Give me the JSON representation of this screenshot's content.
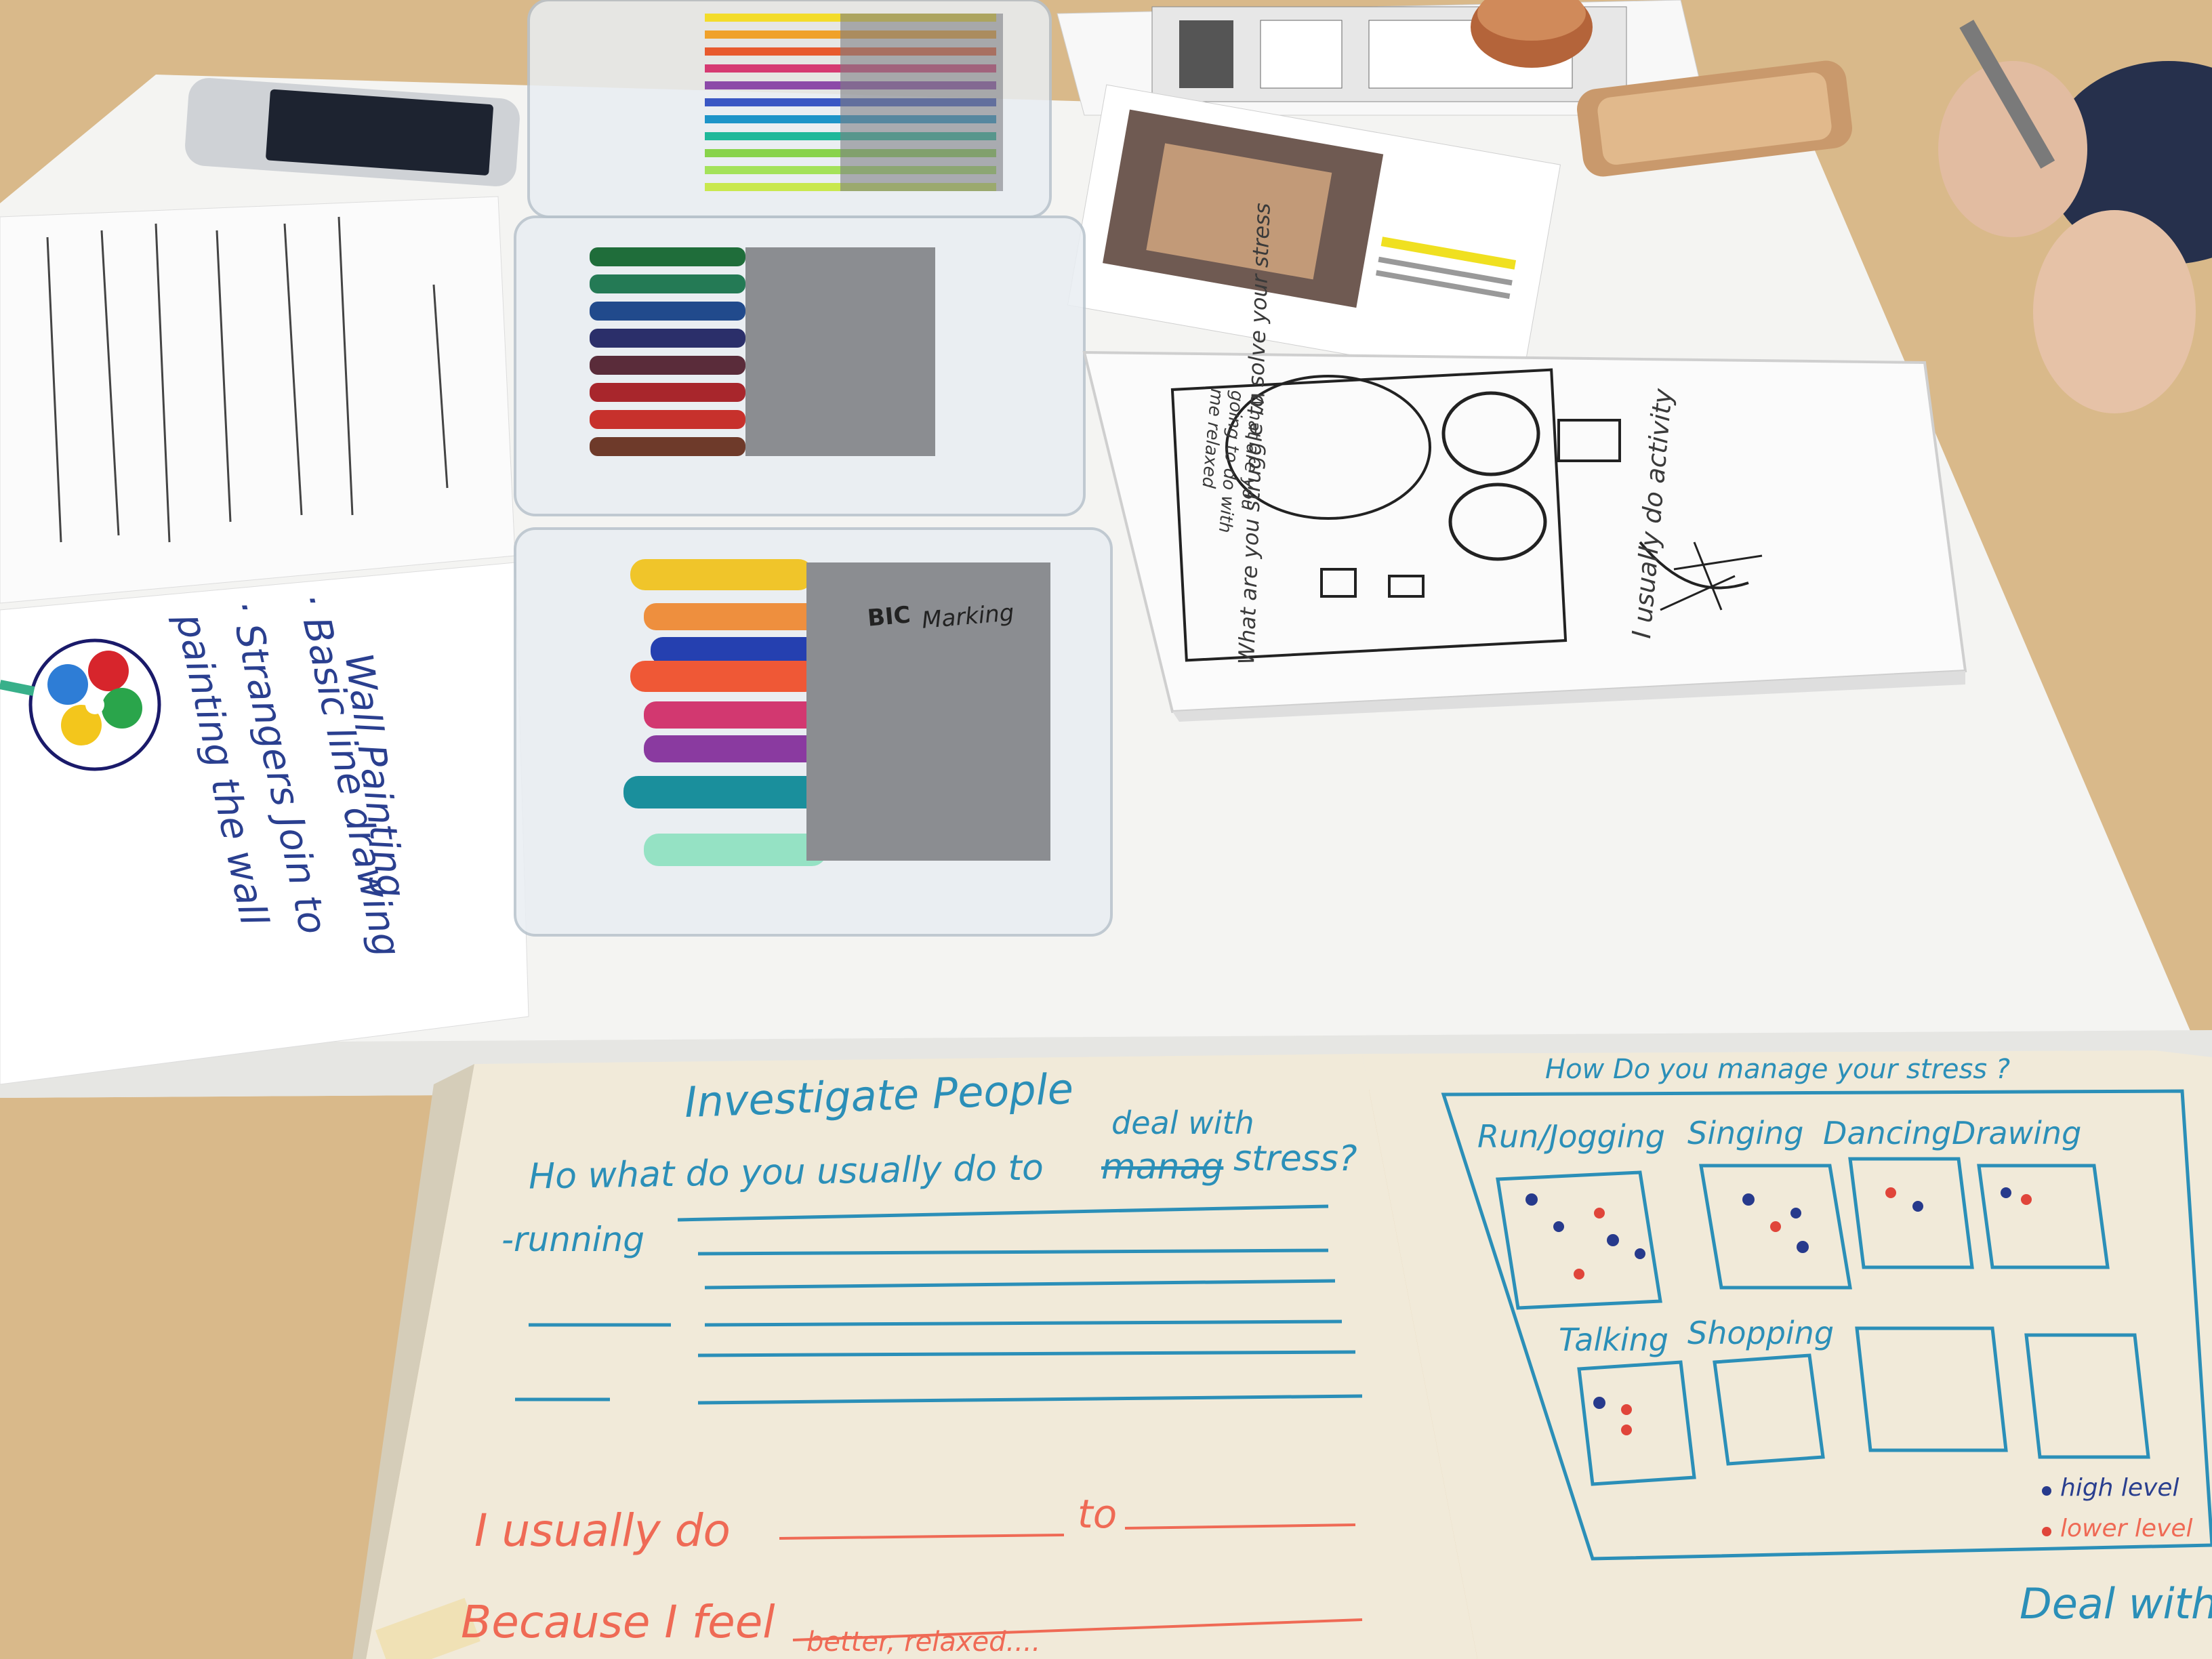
{
  "colors": {
    "table": "#d9b98a",
    "board": "#f4f4f2",
    "notebook_paper": "#f1ead9",
    "teal_ink": "#2b8fb8",
    "red_ink": "#ef6a55",
    "navy_ink": "#2a3f8f",
    "dot_red": "#e0453a",
    "dot_navy": "#273a8c"
  },
  "wall_card": {
    "title": "Wall Painting",
    "line1": "· Basic line drawing",
    "line2": "· Strangers Join to",
    "line3": "painting the wall"
  },
  "markers": {
    "brand": "BIC",
    "label": "Marking"
  },
  "notebook_left": {
    "title": "Investigate People",
    "question_prefix": "Ho what do you usually do to",
    "question_struck": "manag",
    "question_insert": "deal with",
    "question_suffix": "stress?",
    "row1": "-running",
    "fill_prefix": "I usually do",
    "fill_to": "to",
    "because": "Because I feel",
    "because_hint": "better, relaxed...."
  },
  "notebook_right": {
    "title": "How Do you manage your stress ?",
    "categories": [
      "Run/Jogging",
      "Singing",
      "Dancing",
      "Drawing",
      "Talking",
      "Shopping"
    ],
    "legend_high": "high level",
    "legend_low": "lower level",
    "footer": "Deal with"
  },
  "sketch_book": {
    "bubble": "What are you going to do with me relaxed",
    "side_text": "I usually do activity",
    "bottom_text": "What are you struggle to solve your stress"
  }
}
